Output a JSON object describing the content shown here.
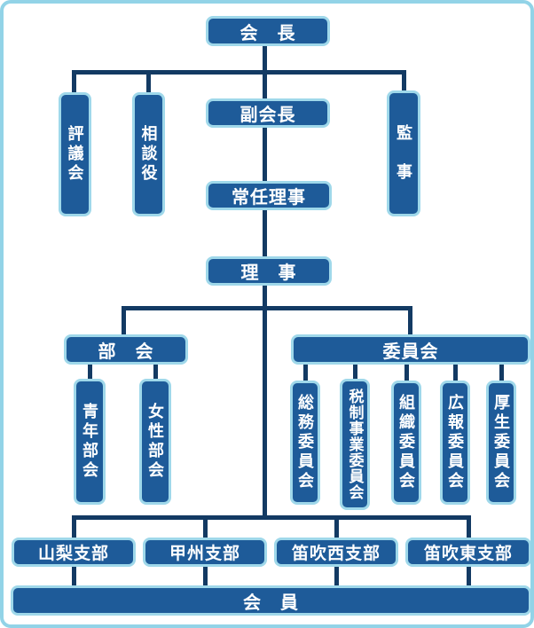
{
  "org": {
    "chairman": "会　長",
    "vice_chairman": "副会長",
    "council": "評議会",
    "advisor": "相談役",
    "auditor": "監　事",
    "standing_directors": "常任理事",
    "directors": "理　事",
    "sections_header": "部　会",
    "committees_header": "委員会",
    "youth_section": "青年部会",
    "women_section": "女性部会",
    "committees": [
      "総務委員会",
      "税制事業委員会",
      "組織委員会",
      "広報委員会",
      "厚生委員会"
    ],
    "branches": [
      "山梨支部",
      "甲州支部",
      "笛吹西支部",
      "笛吹東支部"
    ],
    "members": "会　員"
  },
  "colors": {
    "box_fill": "#1e5b99",
    "box_border": "#9fd8ea",
    "connector_line": "#133a63",
    "frame_border": "#92d3e7",
    "text": "#ffffff",
    "background": "#ffffff"
  }
}
